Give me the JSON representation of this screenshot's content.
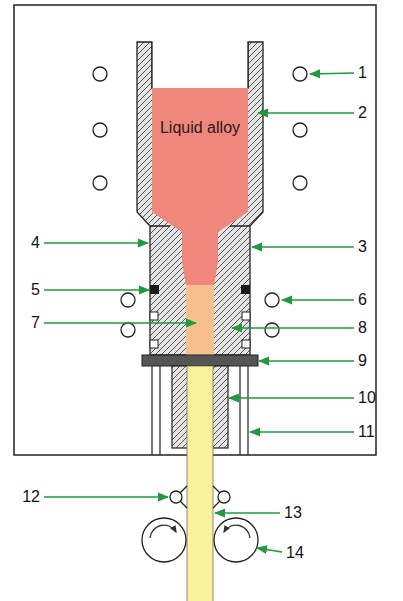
{
  "diagram": {
    "labels": [
      "Liquid alloy",
      "1",
      "2",
      "3",
      "4",
      "5",
      "6",
      "7",
      "8",
      "9",
      "10",
      "11",
      "12",
      "13",
      "14"
    ]
  }
}
